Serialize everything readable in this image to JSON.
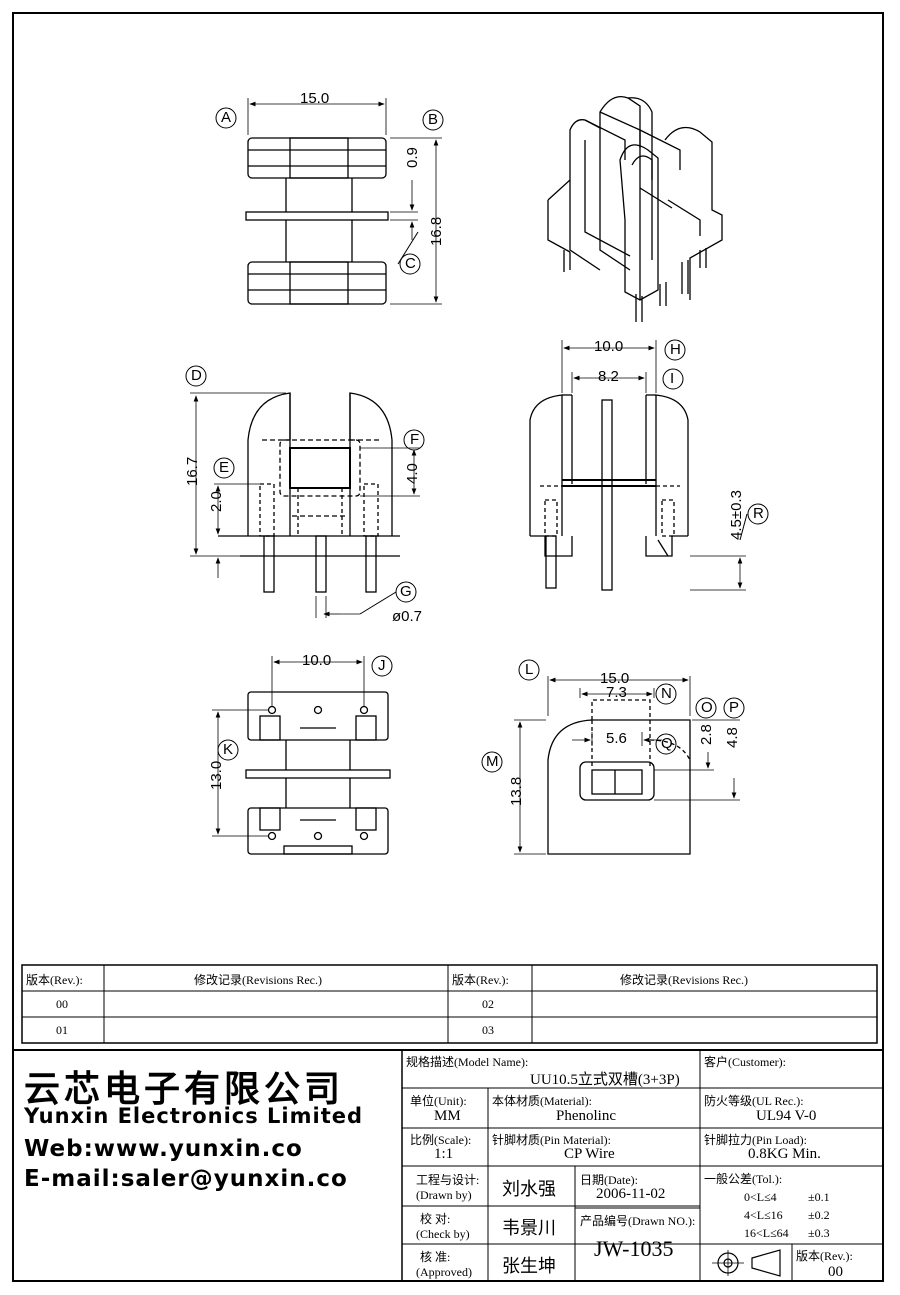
{
  "drawing": {
    "callouts": [
      "A",
      "B",
      "C",
      "D",
      "E",
      "F",
      "G",
      "H",
      "I",
      "J",
      "K",
      "L",
      "M",
      "N",
      "O",
      "P",
      "Q",
      "R"
    ],
    "dims": {
      "top_width": "15.0",
      "top_gap": "0.9",
      "top_height": "16.8",
      "front_height": "16.7",
      "front_lower": "2.0",
      "front_window": "4.0",
      "pin_dia": "ø0.7",
      "side_outer": "10.0",
      "side_inner": "8.2",
      "pin_len": "4.5±0.3",
      "bottom_pitch": "10.0",
      "bottom_height": "13.0",
      "rear_width": "15.0",
      "rear_inner": "7.3",
      "rear_window": "5.6",
      "rear_h1": "2.8",
      "rear_h2": "4.8",
      "rear_height": "13.8"
    }
  },
  "revisions": {
    "rev_header": "版本(Rev.):",
    "rec_header": "修改记录(Revisions Rec.)",
    "rows": [
      {
        "left_rev": "00",
        "right_rev": "02"
      },
      {
        "left_rev": "01",
        "right_rev": "03"
      }
    ]
  },
  "company": {
    "name_cn": "云芯电子有限公司",
    "name_en": "Yunxin Electronics Limited",
    "web": "Web:www.yunxin.co",
    "email": "E-mail:saler@yunxin.co"
  },
  "titleblock": {
    "model_label": "规格描述(Model Name):",
    "model_value": "UU10.5立式双槽(3+3P)",
    "customer_label": "客户(Customer):",
    "unit_label": "单位(Unit):",
    "unit_value": "MM",
    "material_label": "本体材质(Material):",
    "material_value": "Phenolinc",
    "ul_label": "防火等级(UL Rec.):",
    "ul_value": "UL94 V-0",
    "scale_label": "比例(Scale):",
    "scale_value": "1:1",
    "pin_material_label": "针脚材质(Pin Material):",
    "pin_material_value": "CP Wire",
    "pin_load_label": "针脚拉力(Pin Load):",
    "pin_load_value": "0.8KG Min.",
    "drawn_label_cn": "工程与设计:",
    "drawn_label_en": "(Drawn by)",
    "drawn_value": "刘水强",
    "date_label": "日期(Date):",
    "date_value": "2006-11-02",
    "tol_label": "一般公差(Tol.):",
    "tol_rows": [
      {
        "range": "0<L≤4",
        "tol": "±0.1"
      },
      {
        "range": "4<L≤16",
        "tol": "±0.2"
      },
      {
        "range": "16<L≤64",
        "tol": "±0.3"
      }
    ],
    "check_label_cn": "校   对:",
    "check_label_en": "(Check by)",
    "check_value": "韦景川",
    "drawn_no_label": "产品编号(Drawn NO.):",
    "drawn_no_value": "JW-1035",
    "approved_label_cn": "核   准:",
    "approved_label_en": "(Approved)",
    "approved_value": "张生坤",
    "rev_label": "版本(Rev.):",
    "rev_value": "00"
  }
}
